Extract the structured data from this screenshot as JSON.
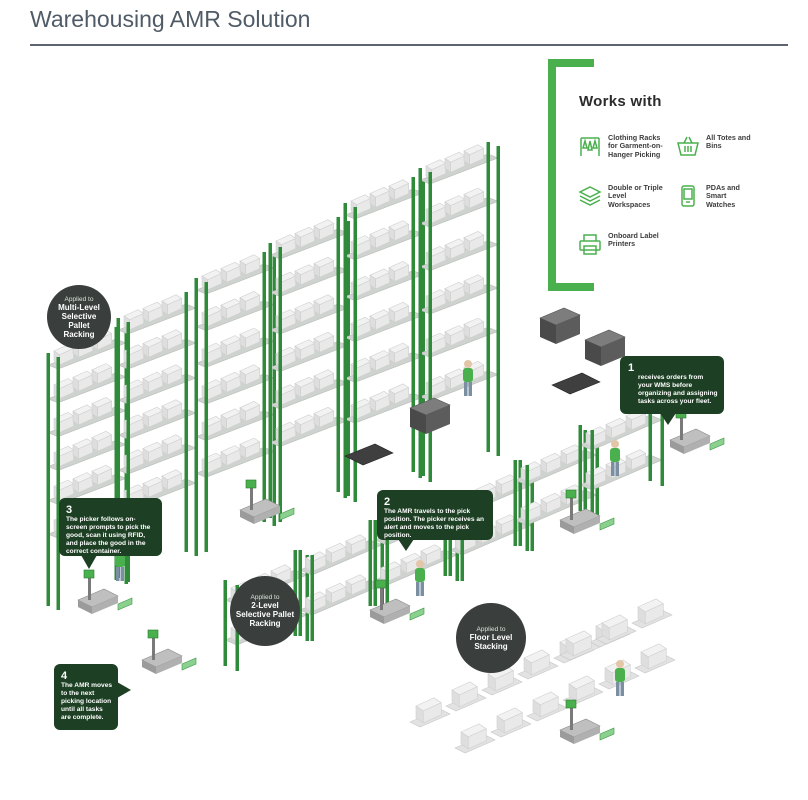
{
  "page": {
    "title": "Warehousing AMR Solution"
  },
  "works_with": {
    "title": "Works with",
    "items": [
      {
        "icon": "clothing-rack-icon",
        "label": "Clothing Racks for Garment-on-Hanger Picking"
      },
      {
        "icon": "tote-basket-icon",
        "label": "All Totes and Bins"
      },
      {
        "icon": "layers-icon",
        "label": "Double or Triple Level Workspaces"
      },
      {
        "icon": "smartphone-icon",
        "label": "PDAs and Smart Watches"
      },
      {
        "icon": "printer-icon",
        "label": "Onboard Label Printers"
      }
    ]
  },
  "badges": {
    "multi_level": {
      "small": "Applied to",
      "large": "Multi-Level Selective Pallet Racking"
    },
    "two_level": {
      "small": "Applied to",
      "large": "2-Level Selective Pallet Racking"
    },
    "floor_level": {
      "small": "Applied to",
      "large": "Floor Level Stacking"
    }
  },
  "steps": [
    {
      "num": "1",
      "text": "receives orders from your WMS before organizing and assigning tasks across your fleet."
    },
    {
      "num": "2",
      "text": "The AMR travels to the pick position. The picker receives an alert and moves to the pick position."
    },
    {
      "num": "3",
      "text": "The picker follows on-screen prompts to pick the good, scan it using RFID, and place the good in the correct container."
    },
    {
      "num": "4",
      "text": "The AMR moves to the next picking location until all tasks are complete."
    }
  ],
  "colors": {
    "accent": "#4ab04e",
    "rack_green": "#2f8a3a",
    "callout": "#1d3f24",
    "badge": "#3a3f3d"
  }
}
